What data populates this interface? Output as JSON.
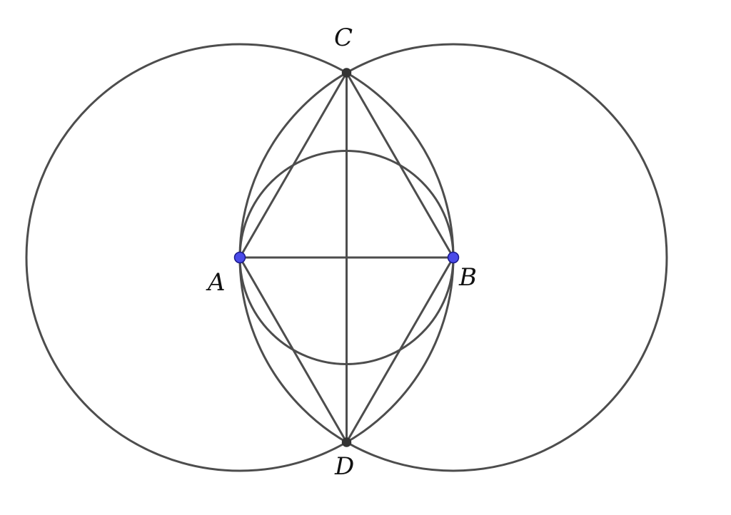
{
  "points": {
    "A": {
      "label": "A",
      "kind": "free"
    },
    "B": {
      "label": "B",
      "kind": "free"
    },
    "C": {
      "label": "C",
      "kind": "intersection"
    },
    "D": {
      "label": "D",
      "kind": "intersection"
    }
  },
  "circles": [
    {
      "center": "A",
      "through": "B"
    },
    {
      "center": "B",
      "through": "A"
    },
    {
      "through": [
        "A",
        "B",
        "C",
        "D"
      ]
    }
  ],
  "segments": [
    [
      "A",
      "B"
    ],
    [
      "C",
      "D"
    ],
    [
      "A",
      "C"
    ],
    [
      "C",
      "B"
    ],
    [
      "A",
      "D"
    ],
    [
      "D",
      "B"
    ]
  ],
  "colors": {
    "stroke": "#4d4d4d",
    "free_point_fill": "#4a4ae8",
    "free_point_stroke": "#1a1a8c",
    "intersection_point_fill": "#333333"
  }
}
